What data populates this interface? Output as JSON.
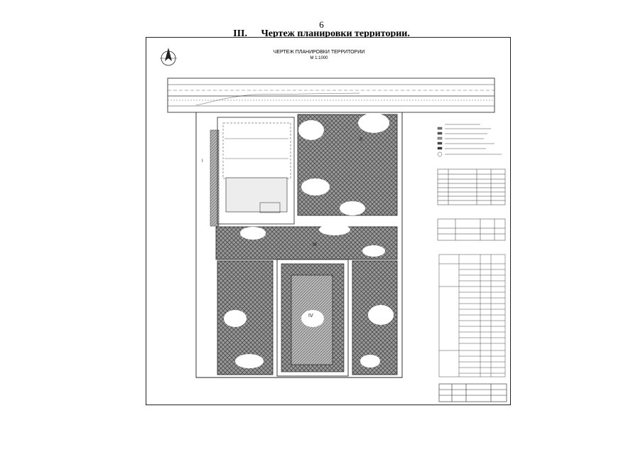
{
  "page": {
    "number": "6",
    "section_number": "III.",
    "section_title": "Чертеж планировки территории."
  },
  "drawing": {
    "title": "ЧЕРТЕЖ ПЛАНИРОВКИ ТЕРРИТОРИИ",
    "scale": "М 1:1000",
    "zone_labels": [
      "I",
      "II",
      "III",
      "IV"
    ],
    "colors": {
      "ink": "#222222",
      "hatch": "#6e6e6e",
      "paper": "#ffffff"
    }
  }
}
